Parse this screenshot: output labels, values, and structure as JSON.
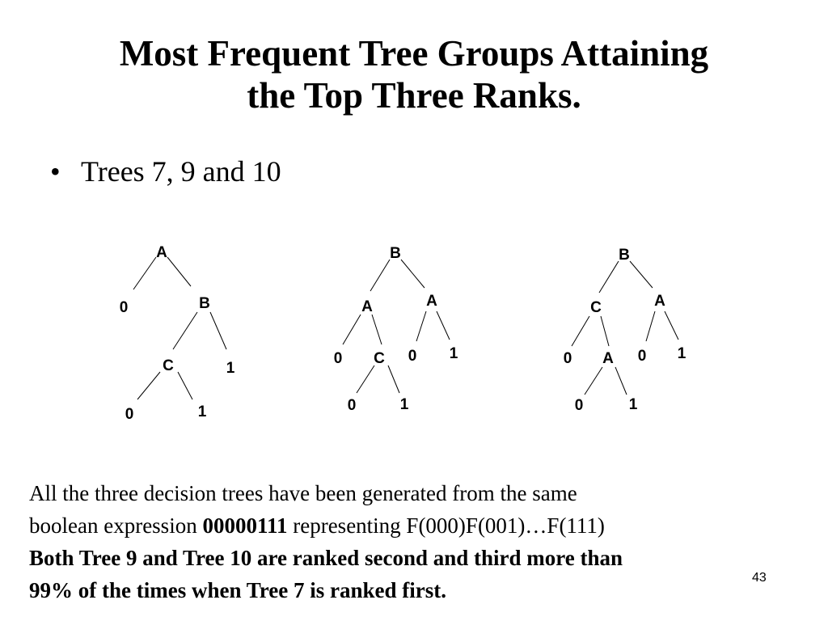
{
  "slide": {
    "title_line1": "Most Frequent Tree Groups Attaining",
    "title_line2": "the Top Three Ranks.",
    "bullet_mark": "•",
    "bullet": "Trees 7, 9 and 10",
    "page_number": "43"
  },
  "trees": {
    "tree7": {
      "root": "A",
      "left_leaf": "0",
      "right": "B",
      "b_left": "C",
      "b_right_leaf": "1",
      "c_left_leaf": "0",
      "c_right_leaf": "1"
    },
    "tree9": {
      "root": "B",
      "left": "A",
      "right": "A",
      "left_left_leaf": "0",
      "left_right": "C",
      "right_left_leaf": "0",
      "right_right_leaf": "1",
      "c_left_leaf": "0",
      "c_right_leaf": "1"
    },
    "tree10": {
      "root": "B",
      "left": "C",
      "right": "A",
      "left_left_leaf": "0",
      "left_right": "A",
      "right_left_leaf": "0",
      "right_right_leaf": "1",
      "a_left_leaf": "0",
      "a_right_leaf": "1"
    }
  },
  "caption": {
    "line1": "All the three decision trees have been generated from the same",
    "line2_prefix": "boolean expression ",
    "line2_bold": "00000111",
    "line2_suffix": " representing F(000)F(001)…F(111)",
    "line3": "Both Tree 9 and Tree 10 are ranked second and third more than",
    "line4": "99% of the times when Tree 7 is ranked first."
  }
}
